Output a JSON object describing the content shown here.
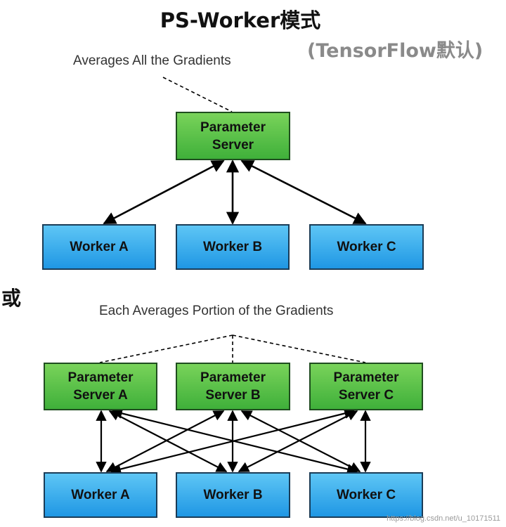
{
  "title": "PS-Worker模式",
  "subtitle": "(TensorFlow默认)",
  "separator": "或",
  "top_diagram": {
    "note": "Averages All the Gradients",
    "server": {
      "label": "Parameter\nServer"
    },
    "workers": [
      {
        "label": "Worker A"
      },
      {
        "label": "Worker B"
      },
      {
        "label": "Worker C"
      }
    ]
  },
  "bottom_diagram": {
    "note": "Each Averages Portion of the Gradients",
    "servers": [
      {
        "label": "Parameter\nServer A"
      },
      {
        "label": "Parameter\nServer B"
      },
      {
        "label": "Parameter\nServer C"
      }
    ],
    "workers": [
      {
        "label": "Worker A"
      },
      {
        "label": "Worker B"
      },
      {
        "label": "Worker C"
      }
    ]
  },
  "watermark": "https://blog.csdn.net/u_10171511",
  "colors": {
    "server_fill": "#5cc24a",
    "worker_fill": "#3aaeee",
    "border": "#1a1a1a",
    "subtitle": "#8a8a8a"
  }
}
